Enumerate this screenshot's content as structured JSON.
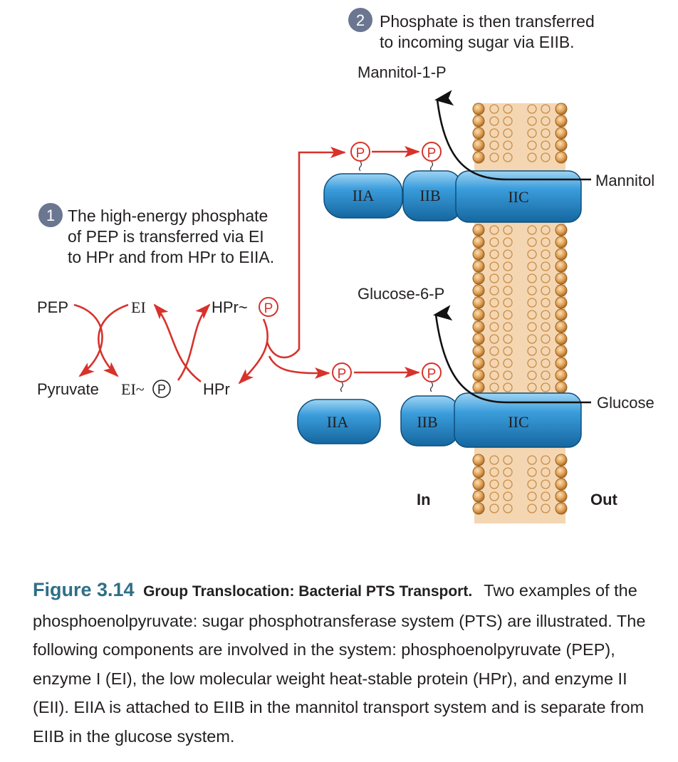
{
  "steps": [
    {
      "number": "1",
      "lines": [
        "The high-energy phosphate",
        "of PEP is transferred via EI",
        "to HPr and from HPr to EIIA."
      ]
    },
    {
      "number": "2",
      "lines": [
        "Phosphate is then transferred",
        "to incoming sugar via EIIB."
      ]
    }
  ],
  "cycle": {
    "pep": "PEP",
    "ei": "EI",
    "hpr_p": "HPr~",
    "pyruvate": "Pyruvate",
    "ei_p": "EI~",
    "hpr": "HPr",
    "p": "P"
  },
  "mannitol_system": {
    "iia": "IIA",
    "iib": "IIB",
    "iic": "IIC",
    "product": "Mannitol-1-P",
    "substrate": "Mannitol"
  },
  "glucose_system": {
    "iia": "IIA",
    "iib": "IIB",
    "iic": "IIC",
    "product": "Glucose-6-P",
    "substrate": "Glucose"
  },
  "sides": {
    "in": "In",
    "out": "Out"
  },
  "caption": {
    "figure_number": "Figure 3.14",
    "title": "Group Translocation: Bacterial PTS Transport.",
    "body": "Two examples of the phosphoenolpyruvate: sugar phosphotransferase system (PTS) are illustrated. The following components are involved in the system: phosphoenolpyruvate (PEP), enzyme I (EI), the low molecular weight heat-stable protein (HPr), and enzyme II (EII). EIIA is attached to EIIB in the mannitol transport system and is separate from EIIB in the glucose system."
  },
  "colors": {
    "arrow_red": "#d7322b",
    "protein_blue": "#2f8fcf",
    "badge": "#6b7691",
    "lipid_head": "#d79a4a",
    "heading_teal": "#2f6f86"
  }
}
